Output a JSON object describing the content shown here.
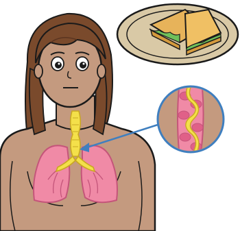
{
  "illustration": {
    "subject": "woman-with-lungs",
    "elements": [
      "sandwich-on-plate",
      "woman",
      "lungs",
      "airway-magnifier",
      "pointer-arrow"
    ]
  },
  "colors": {
    "skin": "#c49a7f",
    "skin_shadow": "#a97f66",
    "hair": "#7a4a2c",
    "hair_dark": "#5a3420",
    "plate": "#d9c9a6",
    "bread": "#e7b35a",
    "lettuce": "#6fbf5a",
    "lungs": "#f08aa6",
    "airway": "#f4e04a",
    "magnifier_ring": "#3f7fbf",
    "arrow": "#3f7fbf",
    "outline": "#1a1a1a"
  }
}
